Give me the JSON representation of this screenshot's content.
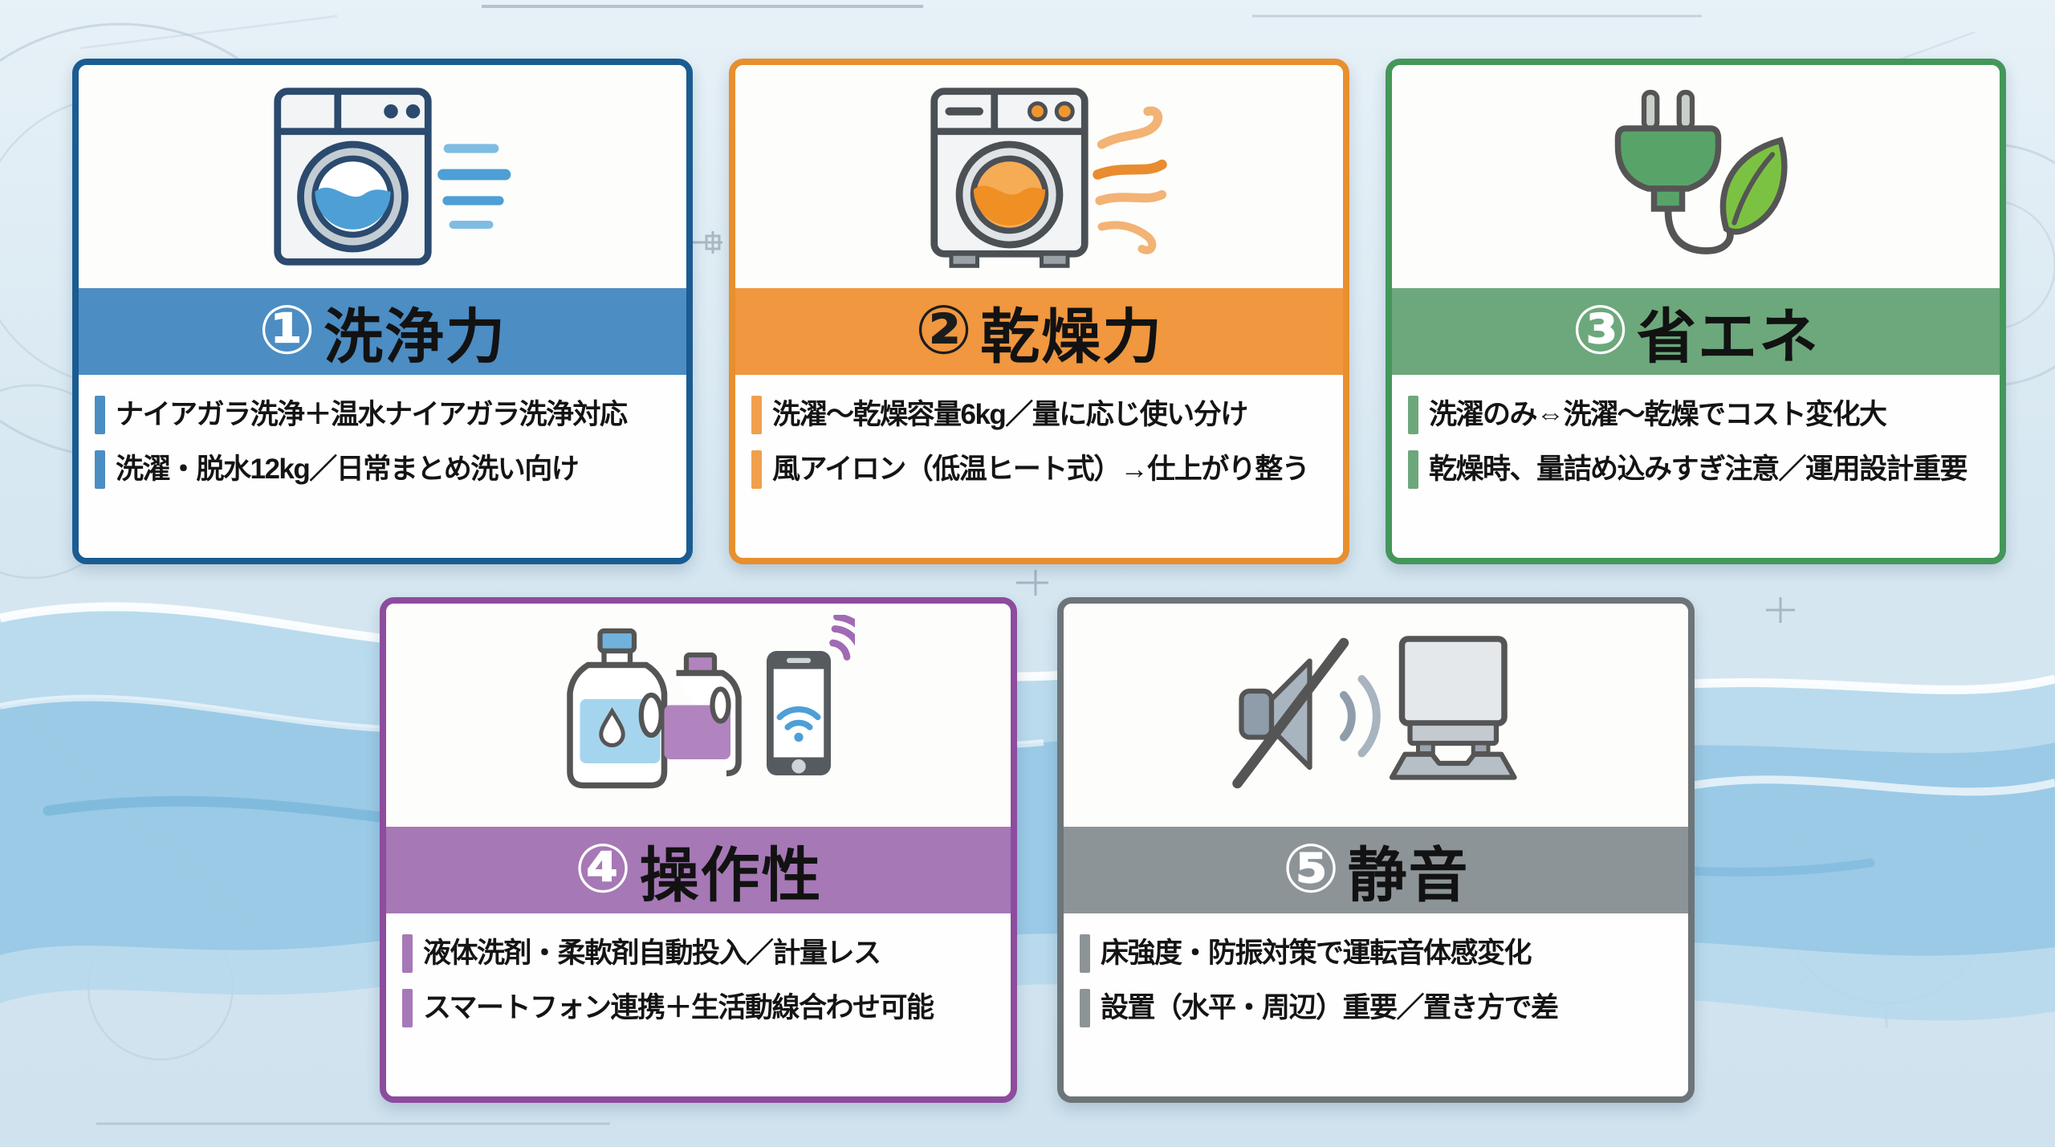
{
  "infographic": {
    "language": "ja",
    "theme": "washing machine buying points",
    "background_color": "#d6e7f1",
    "water_wave_color": "#8fc3e3"
  },
  "cards": [
    {
      "id": "washing-power",
      "number": "①",
      "title": "洗浄力",
      "bullets": [
        "ナイアガラ洗浄＋温水ナイアガラ洗浄対応",
        "洗濯・脱水12kg／日常まとめ洗い向け"
      ],
      "icon": "washing-machine-water-wind-icon",
      "colors": {
        "border": "#1a5c92",
        "band": "#4c8dc3",
        "bar": "#4c8dc3",
        "number": "#ffffff"
      }
    },
    {
      "id": "drying-power",
      "number": "②",
      "title": "乾燥力",
      "bullets": [
        "洗濯～乾燥容量6kg／量に応じ使い分け",
        "風アイロン（低温ヒート式）→仕上がり整う"
      ],
      "icon": "washing-machine-warm-wind-icon",
      "colors": {
        "border": "#e88f2e",
        "band": "#f0973f",
        "bar": "#f0a04c",
        "number": "#1c1c1c"
      }
    },
    {
      "id": "energy-saving",
      "number": "③",
      "title": "省エネ",
      "bullets": [
        "洗濯のみ⇔洗濯～乾燥でコスト変化大",
        "乾燥時、量詰め込みすぎ注意／運用設計重要"
      ],
      "icon": "plug-leaf-icon",
      "colors": {
        "border": "#44975a",
        "band": "#6ca87b",
        "bar": "#6ca87b",
        "number": "#ffffff"
      }
    },
    {
      "id": "usability",
      "number": "④",
      "title": "操作性",
      "bullets": [
        "液体洗剤・柔軟剤自動投入／計量レス",
        "スマートフォン連携＋生活動線合わせ可能"
      ],
      "icon": "detergent-smartphone-icon",
      "colors": {
        "border": "#8d4c9e",
        "band": "#a678b6",
        "bar": "#a678b6",
        "number": "#ffffff"
      }
    },
    {
      "id": "quietness",
      "number": "⑤",
      "title": "静音",
      "bullets": [
        "床強度・防振対策で運転音体感変化",
        "設置（水平・周辺）重要／置き方で差"
      ],
      "icon": "muted-speaker-machine-icon",
      "colors": {
        "border": "#6e7578",
        "band": "#8d9497",
        "bar": "#8d9497",
        "number": "#ffffff"
      }
    }
  ]
}
